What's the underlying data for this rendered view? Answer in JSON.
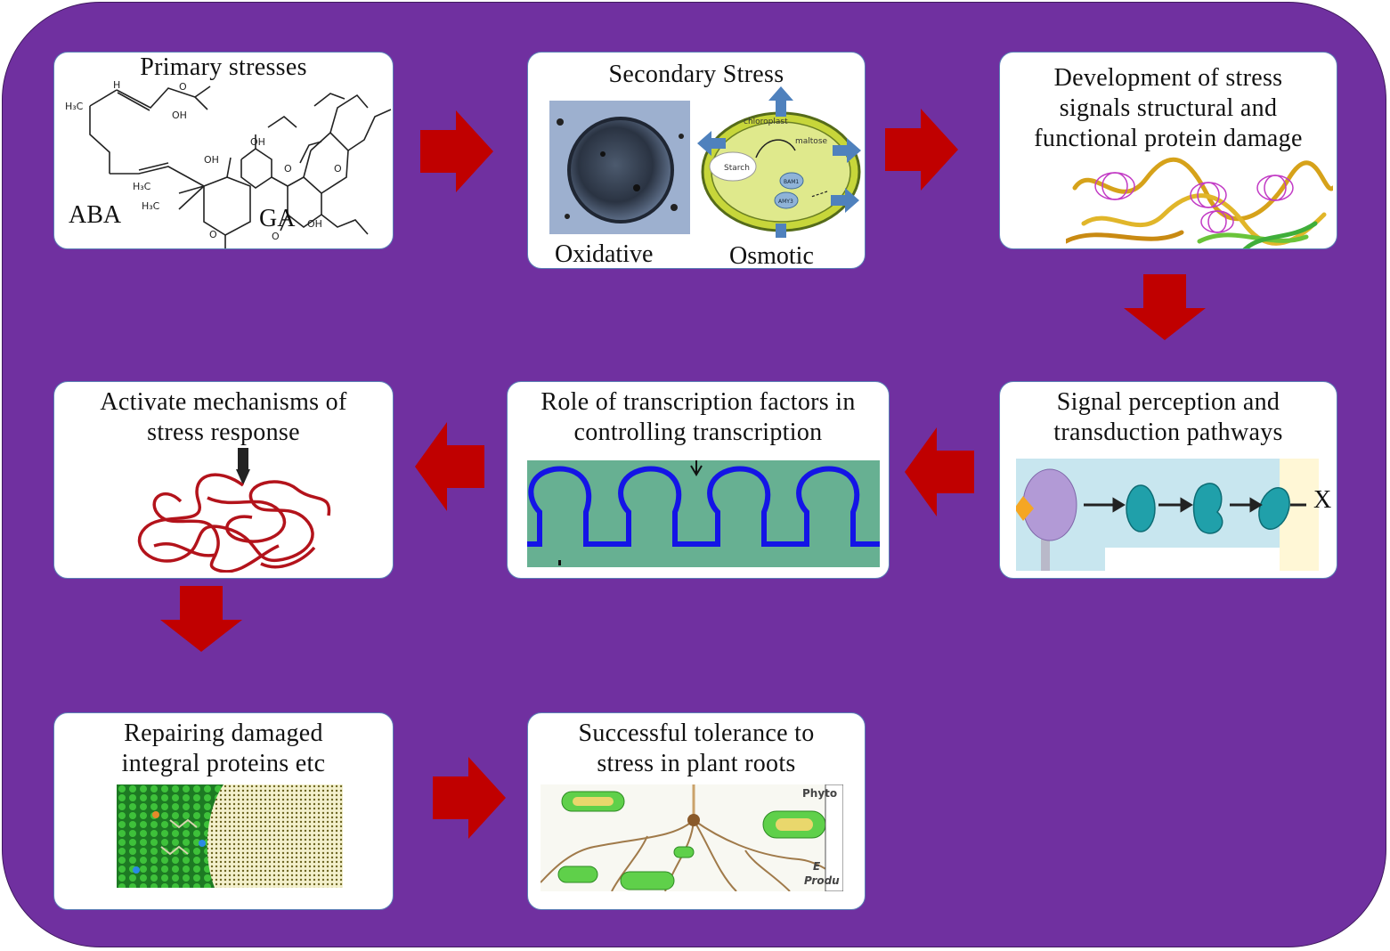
{
  "steps": [
    {
      "title": "Primary stresses",
      "labels": [
        "ABA",
        "GA"
      ]
    },
    {
      "title": "Secondary Stress",
      "labels": [
        "Oxidative",
        "Osmotic"
      ],
      "diagram_text": [
        "chloroplast",
        "maltose",
        "Starch",
        "BAM1",
        "AMY3"
      ]
    },
    {
      "title_lines": [
        "Development of stress",
        "signals structural and",
        "functional protein damage"
      ]
    },
    {
      "title_lines": [
        "Signal perception and",
        "transduction pathways"
      ],
      "end_label": "X"
    },
    {
      "title_lines": [
        "Role of transcription factors in",
        "controlling transcription"
      ]
    },
    {
      "title_lines": [
        "Activate mechanisms of",
        "stress response"
      ]
    },
    {
      "title_lines": [
        "Repairing damaged",
        "integral proteins etc"
      ]
    },
    {
      "title_lines": [
        "Successful tolerance to",
        "stress in plant roots"
      ],
      "figure_text": [
        "Phyto",
        "E",
        "Produ"
      ]
    }
  ],
  "colors": {
    "background": "#7030a0",
    "arrow": "#c00000",
    "box_border": "#5b7fb6"
  }
}
